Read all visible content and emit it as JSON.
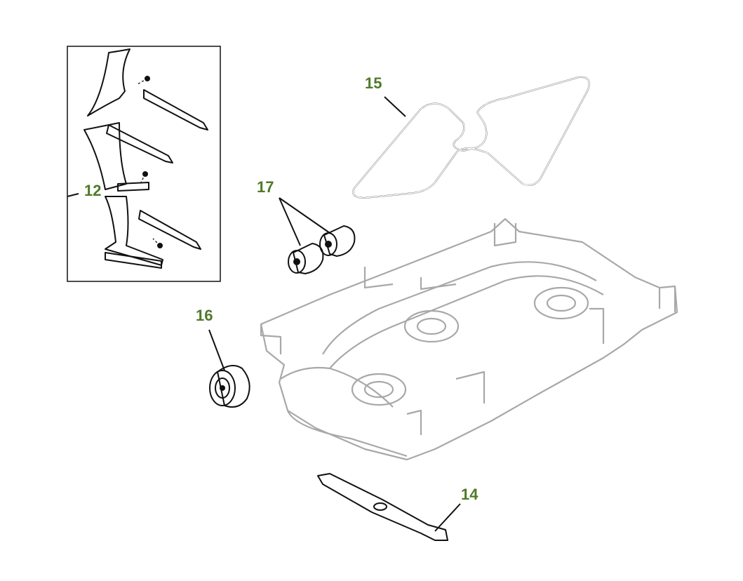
{
  "diagram": {
    "label_color": "#4f7a28",
    "callouts": {
      "c12": "12",
      "c14": "14",
      "c15": "15",
      "c16": "16",
      "c17": "17"
    },
    "parts": [
      "mulch-kit",
      "mower-blade",
      "drive-belt",
      "gauge-wheel",
      "deck-rollers",
      "mower-deck"
    ]
  }
}
